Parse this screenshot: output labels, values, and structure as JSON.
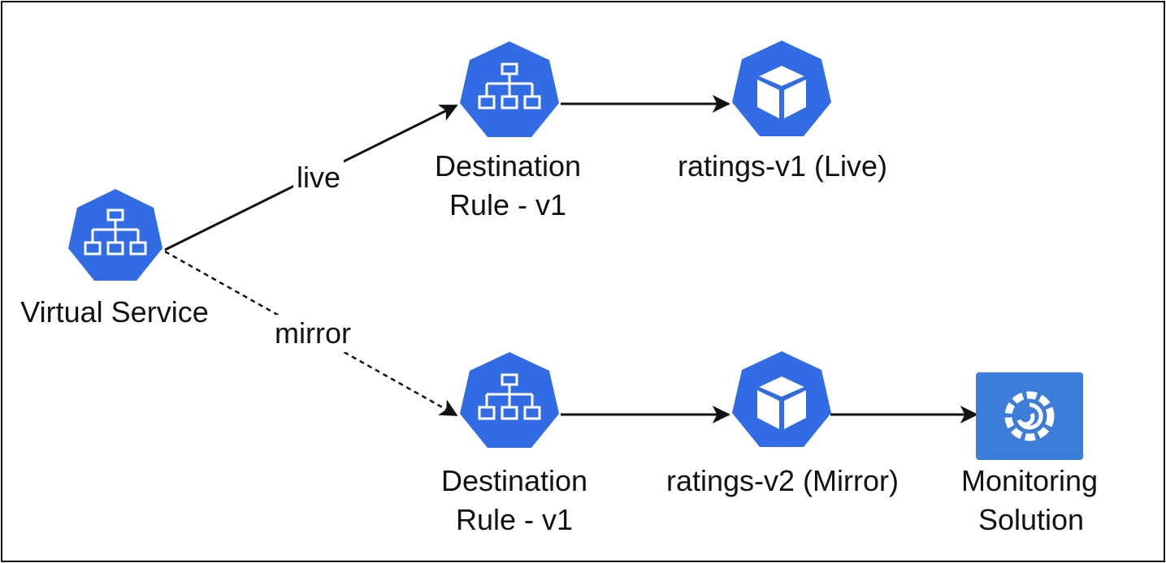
{
  "colors": {
    "node_blue": "#326CE5",
    "node_white": "#FFFFFF",
    "edge": "#111111",
    "grafana_bg": "#3C7CDA",
    "grafana_swirl": "#FFFFFF"
  },
  "nodes": {
    "virtual_service": {
      "label": "Virtual Service",
      "icon": "service-hierarchy-icon"
    },
    "dest_rule_live": {
      "label_line1": "Destination",
      "label_line2": "Rule - v1",
      "icon": "service-hierarchy-icon"
    },
    "ratings_v1": {
      "label": "ratings-v1 (Live)",
      "icon": "pod-cube-icon"
    },
    "dest_rule_mirror": {
      "label_line1": "Destination",
      "label_line2": "Rule - v1",
      "icon": "service-hierarchy-icon"
    },
    "ratings_v2": {
      "label": "ratings-v2 (Mirror)",
      "icon": "pod-cube-icon"
    },
    "monitoring": {
      "label_line1": "Monitoring",
      "label_line2": "Solution",
      "icon": "grafana-icon"
    }
  },
  "edges": {
    "live": {
      "label": "live",
      "style": "solid"
    },
    "mirror": {
      "label": "mirror",
      "style": "dashed"
    }
  }
}
